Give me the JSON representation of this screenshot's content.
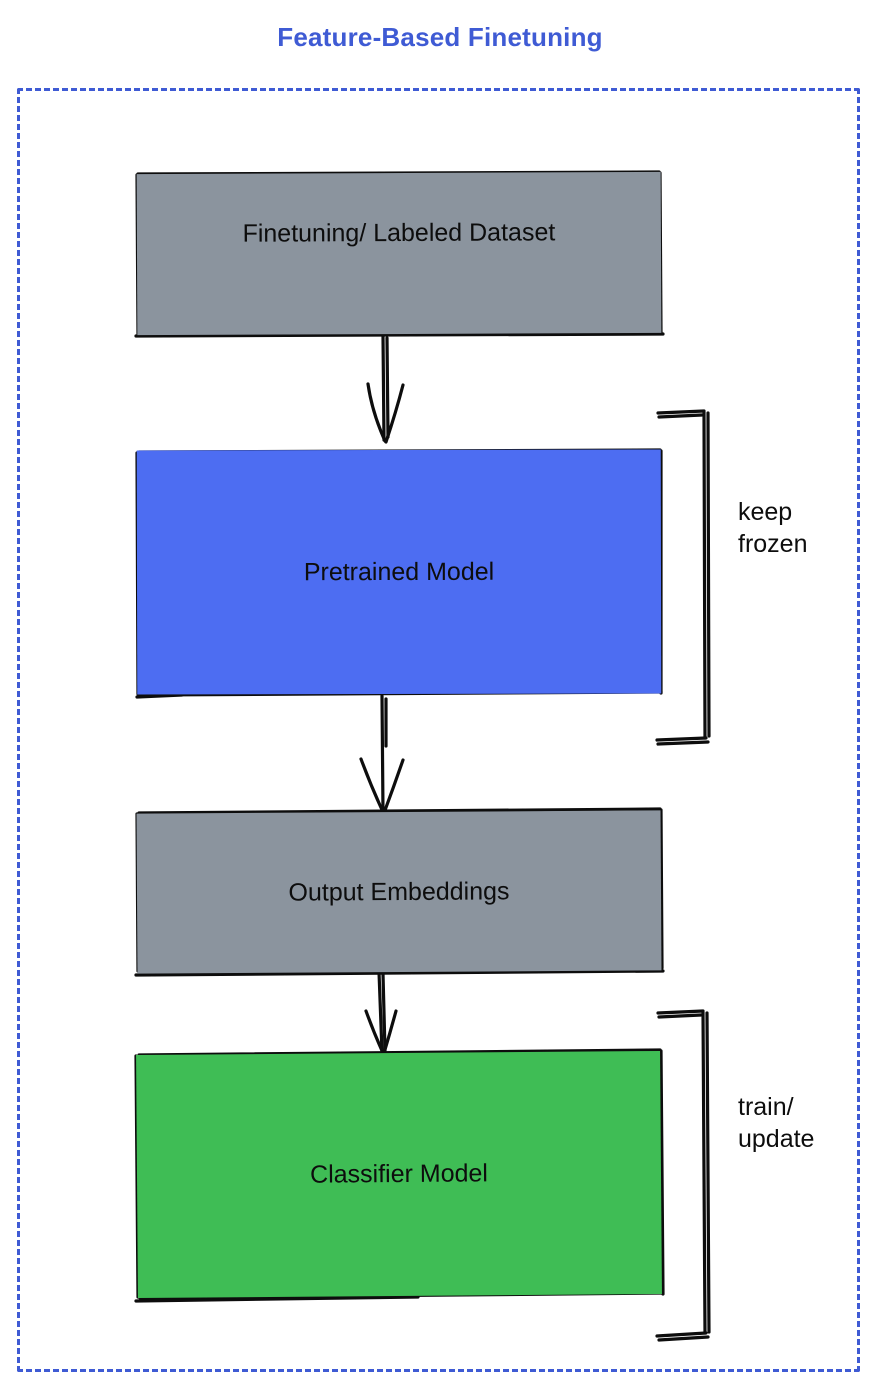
{
  "diagram": {
    "title": "Feature-Based Finetuning",
    "title_color": "#3f5bd4",
    "frame_border_color": "#3f5bd4",
    "frame_border_style": "dashed",
    "background": "#ffffff"
  },
  "nodes": [
    {
      "id": "dataset",
      "label": "Finetuning/ Labeled Dataset",
      "fill": "#8b949e",
      "text_color": "#0d0d0d",
      "shape": "rectangle"
    },
    {
      "id": "pretrained",
      "label": "Pretrained Model",
      "fill": "#4d6df2",
      "text_color": "#0d0d0d",
      "shape": "rectangle"
    },
    {
      "id": "embeddings",
      "label": "Output Embeddings",
      "fill": "#8b949e",
      "text_color": "#0d0d0d",
      "shape": "rectangle"
    },
    {
      "id": "classifier",
      "label": "Classifier Model",
      "fill": "#3fbd55",
      "text_color": "#0d0d0d",
      "shape": "rectangle"
    }
  ],
  "annotations": [
    {
      "id": "keep-frozen",
      "label": "keep\nfrozen",
      "targets": "pretrained",
      "bracket": "right"
    },
    {
      "id": "train-update",
      "label": "train/\nupdate",
      "targets": "classifier",
      "bracket": "right"
    }
  ],
  "edges": [
    {
      "from": "dataset",
      "to": "pretrained",
      "style": "arrow"
    },
    {
      "from": "pretrained",
      "to": "embeddings",
      "style": "arrow"
    },
    {
      "from": "embeddings",
      "to": "classifier",
      "style": "arrow"
    }
  ]
}
